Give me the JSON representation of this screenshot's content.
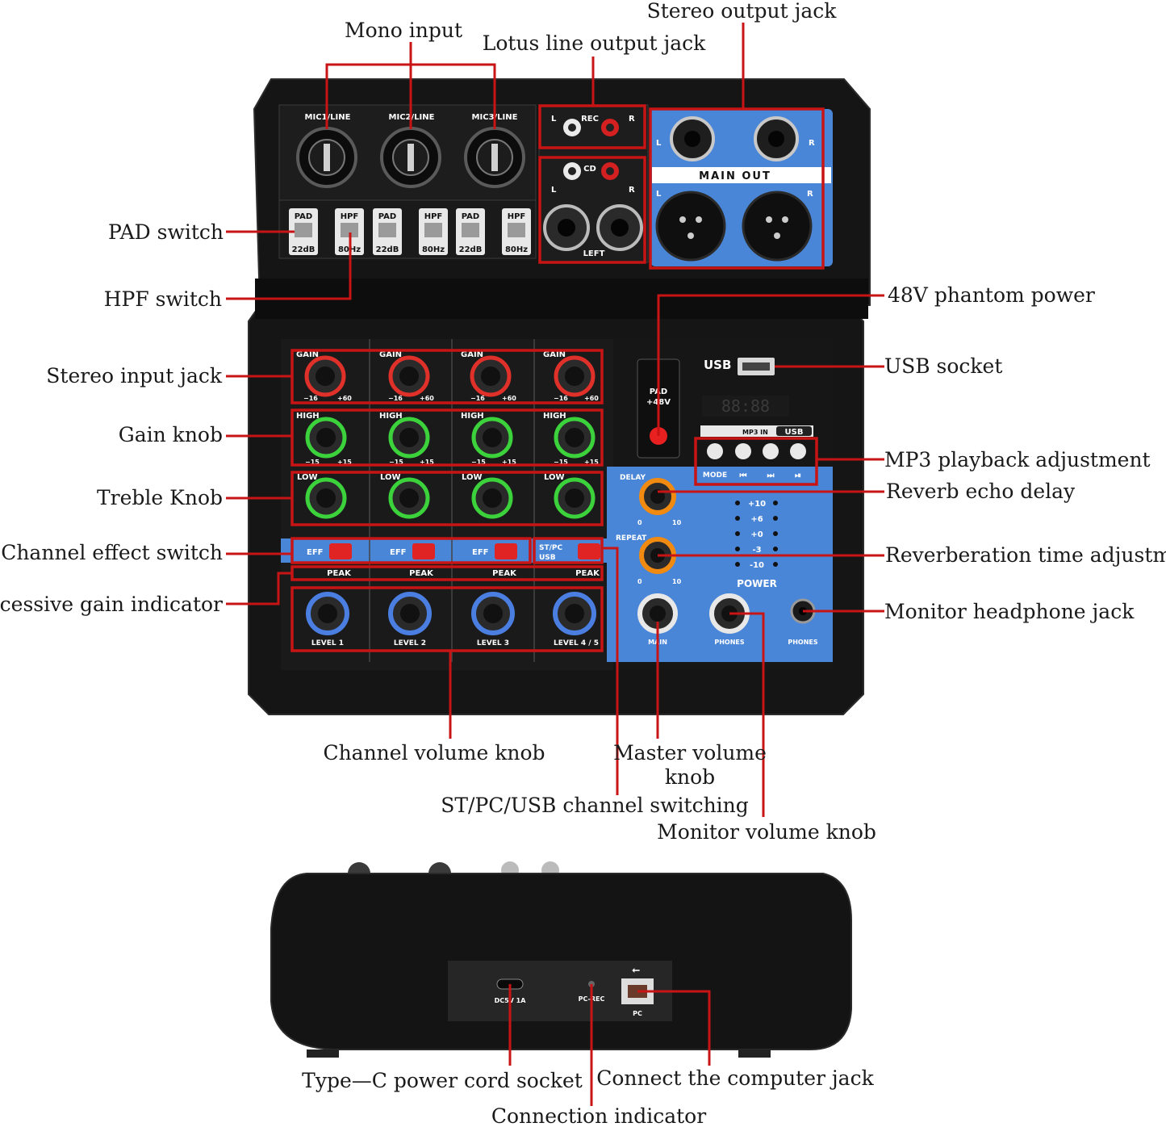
{
  "callouts": {
    "stereo_output_jack": "Stereo output jack",
    "mono_input": "Mono input",
    "lotus_line_output_jack": "Lotus line output jack",
    "pad_switch": "PAD switch",
    "hpf_switch": "HPF switch",
    "phantom_power": "48V phantom power",
    "stereo_input_jack": "Stereo input jack",
    "usb_socket": "USB socket",
    "gain_knob": "Gain knob",
    "mp3_playback": "MP3 playback adjustment",
    "treble_knob": "Treble Knob",
    "reverb_echo_delay": "Reverb echo delay",
    "channel_effect_switch": "Channel effect switch",
    "reverberation_time": "Reverberation time adjustment",
    "excessive_gain": "Excessive gain indicator",
    "monitor_headphone_jack": "Monitor headphone jack",
    "channel_volume_knob": "Channel volume knob",
    "master_volume_knob_1": "Master volume",
    "master_volume_knob_2": "knob",
    "st_pc_usb_switching": "ST/PC/USB channel switching",
    "monitor_volume_knob": "Monitor volume knob",
    "typec_power": "Type—C power cord socket",
    "connect_computer": "Connect the computer jack",
    "connection_indicator": "Connection indicator"
  },
  "panel": {
    "mic_labels": [
      "MIC1/LINE",
      "MIC2/LINE",
      "MIC3/LINE"
    ],
    "switches": [
      {
        "top": "PAD",
        "bottom": "22dB"
      },
      {
        "top": "HPF",
        "bottom": "80Hz"
      },
      {
        "top": "PAD",
        "bottom": "22dB"
      },
      {
        "top": "HPF",
        "bottom": "80Hz"
      },
      {
        "top": "PAD",
        "bottom": "22dB"
      },
      {
        "top": "HPF",
        "bottom": "80Hz"
      }
    ],
    "rec_label": "REC",
    "cd_label": "CD",
    "left_label": "LEFT",
    "l": "L",
    "r": "R",
    "main_out": "MAIN  OUT",
    "gain": "GAIN",
    "high": "HIGH",
    "low": "LOW",
    "gain_min": "−16",
    "gain_max": "+60",
    "eq_min": "−15",
    "eq_max": "+15",
    "eff": "EFF",
    "peak": "PEAK",
    "st_pc": "ST/PC",
    "usb_small": "USB",
    "levels": [
      "LEVEL 1",
      "LEVEL 2",
      "LEVEL 3",
      "LEVEL 4 / 5"
    ],
    "usb": "USB",
    "pad48_1": "PAD",
    "pad48_2": "+48V",
    "mp3_in": "MP3 IN",
    "usb_badge": "USB",
    "mode": "MODE",
    "prev": "⏮",
    "next": "⏭",
    "play": "⏯",
    "delay": "DELAY",
    "repeat": "REPEAT",
    "fx_min": "0",
    "fx_max": "10",
    "meter": [
      "+10",
      "+6",
      "+0",
      "-3",
      "-10"
    ],
    "power": "POWER",
    "main": "MAIN",
    "phones": "PHONES",
    "display": "88:88"
  },
  "rear": {
    "dc": "DC5V 1A",
    "pc_rec": "PC-REC",
    "pc": "PC"
  },
  "colors": {
    "highlight": "#c81414",
    "blue_panel": "#4a86d8",
    "gain_ring": "#e0302a",
    "eq_ring": "#3cd23c",
    "level_ring": "#4a7ee0",
    "fx_ring": "#f08a10"
  }
}
